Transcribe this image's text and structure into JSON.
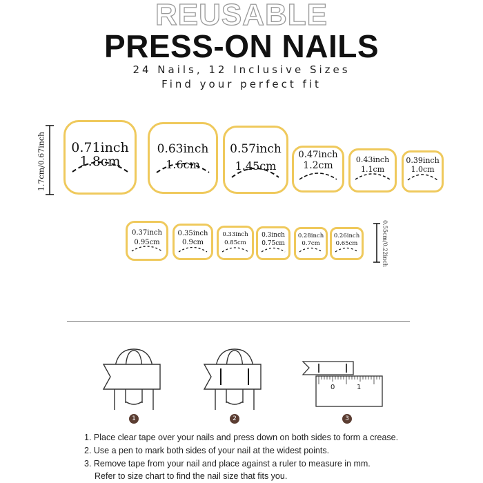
{
  "header": {
    "reusable": "REUSABLE",
    "title": "PRESS-ON NAILS",
    "subtitle1": "24 Nails, 12 Inclusive Sizes",
    "subtitle2": "Find your perfect fit"
  },
  "dimensions": {
    "length_large": "1.7cm/0.67inch",
    "length_small": "0.55cm/0.22inch"
  },
  "nails_row1": [
    {
      "inch": "0.71inch",
      "cm": "1.8cm"
    },
    {
      "inch": "0.63inch",
      "cm": "1.6cm"
    },
    {
      "inch": "0.57inch",
      "cm": "1.45cm"
    },
    {
      "inch": "0.47inch",
      "cm": "1.2cm"
    },
    {
      "inch": "0.43inch",
      "cm": "1.1cm"
    },
    {
      "inch": "0.39inch",
      "cm": "1.0cm"
    }
  ],
  "nails_row2": [
    {
      "inch": "0.37inch",
      "cm": "0.95cm"
    },
    {
      "inch": "0.35inch",
      "cm": "0.9cm"
    },
    {
      "inch": "0.33inch",
      "cm": "0.85cm"
    },
    {
      "inch": "0.3inch",
      "cm": "0.75cm"
    },
    {
      "inch": "0.28inch",
      "cm": "0.7cm"
    },
    {
      "inch": "0.26inch",
      "cm": "0.65cm"
    }
  ],
  "steps": {
    "numbers": [
      "1",
      "2",
      "3"
    ],
    "ruler_labels": [
      "0",
      "1"
    ]
  },
  "instructions": [
    "1. Place clear tape over your nails and press down on both sides to form a crease.",
    "2. Use a pen to mark both sides of your nail at the widest points.",
    "3. Remove tape from your nail and place against a ruler to measure in mm.",
    "Refer to size chart to find the nail size that fits you."
  ],
  "colors": {
    "nail_border": "#efc95c",
    "step_badge": "#5b3d32"
  }
}
